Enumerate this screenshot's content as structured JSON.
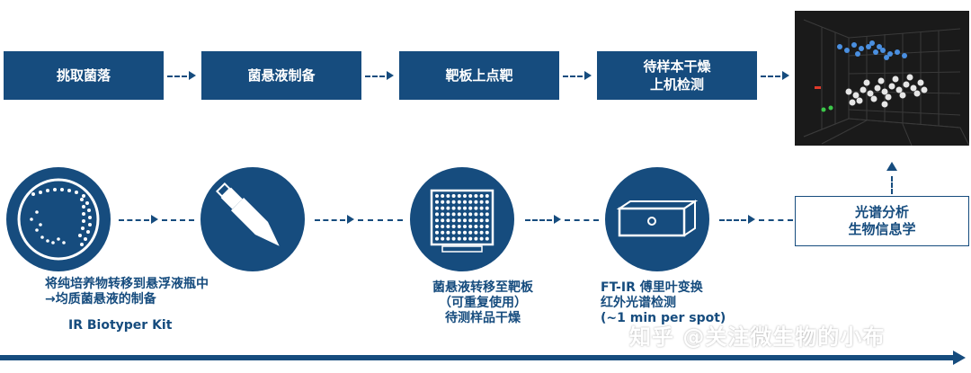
{
  "top_steps": [
    {
      "label": "挑取菌落"
    },
    {
      "label": "菌悬液制备"
    },
    {
      "label": "靶板上点靶"
    },
    {
      "label": "待样本干燥\n上机检测"
    }
  ],
  "spectrum_box": {
    "label": "光谱分析\n生物信息学"
  },
  "bottom_captions": {
    "step1": "将纯培养物转移到悬浮液瓶中\n→均质菌悬液的制备",
    "kit": "IR Biotyper Kit",
    "step3": "菌悬液转移至靶板\n（可重复使用）\n待测样品干燥",
    "step4": "FT-IR 傅里叶变换\n红外光谱检测\n(~1 min per spot)"
  },
  "watermark": "知乎 @关注微生物的小布",
  "colors": {
    "primary": "#164c7e",
    "background": "#ffffff"
  },
  "icons": [
    "petri-dish-icon",
    "pipette-icon",
    "target-plate-icon",
    "ftir-instrument-icon",
    "3d-cluster-plot-icon"
  ]
}
